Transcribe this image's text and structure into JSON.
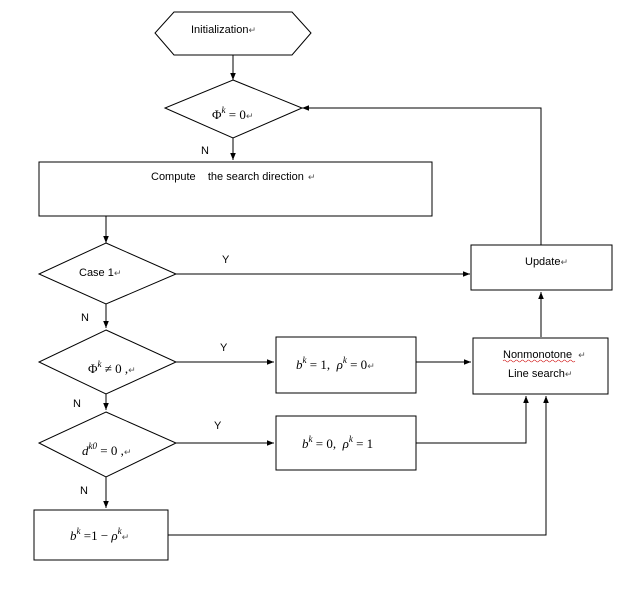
{
  "nodes": {
    "initialization": "Initialization",
    "phi_check": {
      "symbol": "Φ",
      "sup": "k",
      "rest": " = 0"
    },
    "compute": "Compute    the search direction",
    "case1": "Case 1",
    "phi_ne": {
      "symbol": "Φ",
      "sup": "k",
      "rest": " ≠ 0 ,"
    },
    "d_check": {
      "symbol": "d",
      "sup": "k0",
      "rest": " = 0 ,"
    },
    "b1": {
      "b": "b",
      "bsup": "k",
      "bval": " = 1,  ",
      "rho": "ρ",
      "rsup": "k",
      "rval": " = 0"
    },
    "b0": {
      "b": "b",
      "bsup": "k",
      "bval": " = 0,  ",
      "rho": "ρ",
      "rsup": "k",
      "rval": " = 1"
    },
    "b_formula": {
      "b": "b",
      "bsup": "k",
      "mid": " =1 − ",
      "rho": "ρ",
      "rsup": "k"
    },
    "update": "Update",
    "nonmonotone": "Nonmonotone",
    "line_search": "Line search"
  },
  "edge_labels": {
    "phi_no": "N",
    "case1_yes": "Y",
    "case1_no": "N",
    "phi_ne_yes": "Y",
    "phi_ne_no": "N",
    "d_yes": "Y",
    "d_no": "N"
  },
  "return_mark": "↵"
}
